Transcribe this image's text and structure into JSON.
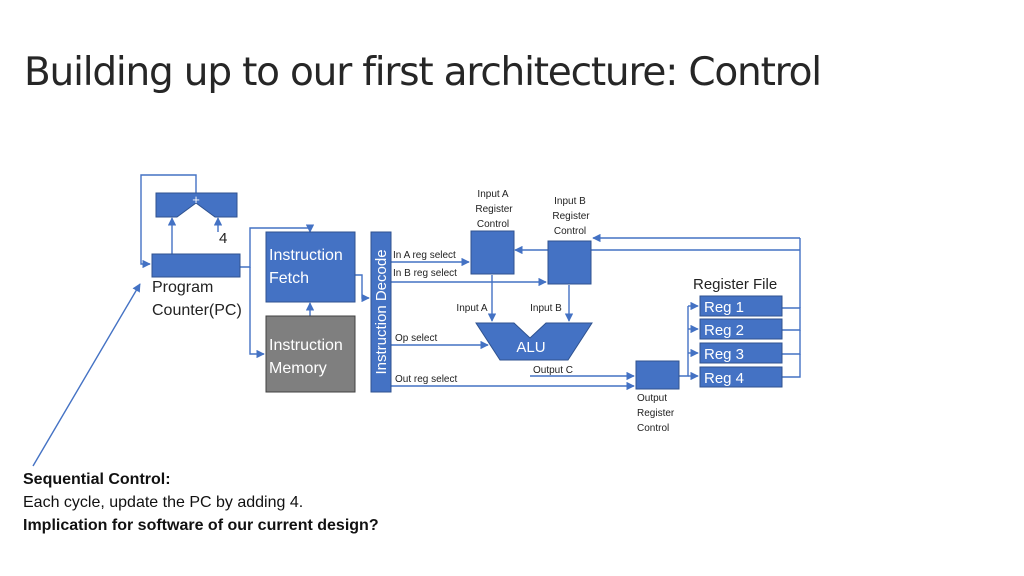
{
  "title": "Building up to our first architecture: Control",
  "diagram": {
    "adder_plus": "+",
    "constant_four": "4",
    "pc_label_line1": "Program",
    "pc_label_line2": "Counter(PC)",
    "fetch_line1": "Instruction",
    "fetch_line2": "Fetch",
    "memory_line1": "Instruction",
    "memory_line2": "Memory",
    "decode": "Instruction Decode",
    "in_a_reg_select": "In A reg select",
    "in_b_reg_select": "In B reg select",
    "op_select": "Op select",
    "out_reg_select": "Out reg select",
    "input_a_control": [
      "Input A",
      "Register",
      "Control"
    ],
    "input_b_control": [
      "Input B",
      "Register",
      "Control"
    ],
    "input_a": "Input A",
    "input_b": "Input B",
    "alu": "ALU",
    "output_c": "Output C",
    "output_control": [
      "Output",
      "Register",
      "Control"
    ],
    "register_file": "Register File",
    "registers": [
      "Reg 1",
      "Reg 2",
      "Reg 3",
      "Reg 4"
    ]
  },
  "notes": {
    "heading": "Sequential Control:",
    "line1": "Each cycle, update the PC by adding 4.",
    "line2": "Implication for software of our current design?"
  },
  "colors": {
    "box_blue": "#4472C4",
    "box_border": "#2F528F",
    "memory_gray": "#7F7F7F",
    "wire": "#4472C4"
  }
}
